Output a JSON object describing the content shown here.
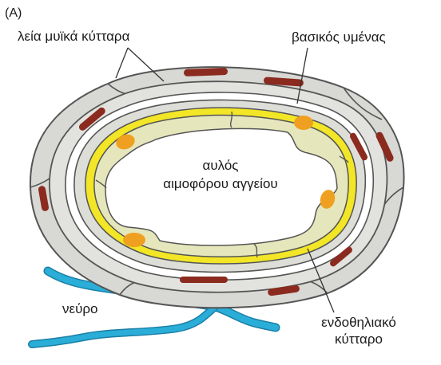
{
  "figure": {
    "panel_tag": "(A)",
    "labels": {
      "smooth_muscle": "λεία μυϊκά κύτταρα",
      "basement_membrane": "βασικός υμένας",
      "lumen_line1": "αυλός",
      "lumen_line2": "αιμοφόρου αγγείου",
      "nerve": "νεύρο",
      "endothelial_line1": "ενδοθηλιακό",
      "endothelial_line2": "κύτταρο"
    }
  },
  "colors": {
    "outer_layer": "#dcdcda",
    "layer_outline": "#555555",
    "smooth_muscle_nucleus": "#8b2a1e",
    "endothelium": "#e6e6bd",
    "basement_membrane": "#f2e626",
    "endothelial_nucleus": "#f0a020",
    "nerve": "#2aaed8",
    "lumen": "#ffffff"
  }
}
